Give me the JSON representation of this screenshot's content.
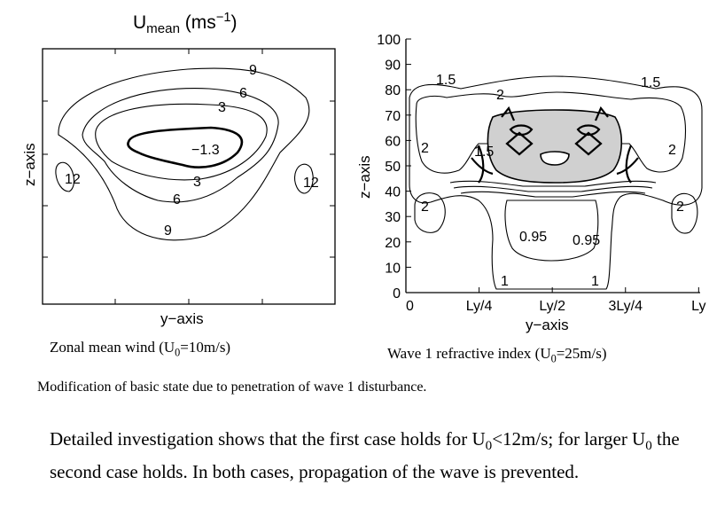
{
  "chart_data": [
    {
      "type": "contour",
      "panel": "left",
      "title_main": "U",
      "title_sub": "mean",
      "title_units_pre": " (ms",
      "title_units_sup": "−1",
      "title_units_post": ")",
      "xlabel": "y−axis",
      "ylabel": "z−axis",
      "grid": false,
      "contour_labels": [
        "9",
        "6",
        "3",
        "−1.3",
        "3",
        "6",
        "9",
        "12",
        "12"
      ],
      "caption_main": "Zonal mean wind (U",
      "caption_sub": "0",
      "caption_post": "=10m/s)"
    },
    {
      "type": "contour",
      "panel": "right",
      "xlabel": "y−axis",
      "ylabel": "z−axis",
      "grid": false,
      "ylim": [
        0,
        100
      ],
      "yticks": [
        "0",
        "10",
        "20",
        "30",
        "40",
        "50",
        "60",
        "70",
        "80",
        "90",
        "100"
      ],
      "xticks": [
        "0",
        "Ly/4",
        "Ly/2",
        "3Ly/4",
        "Ly"
      ],
      "contour_labels": [
        "1.5",
        "1.5",
        "2",
        "2",
        "2",
        "1.5",
        "2",
        "2",
        "0.95",
        "0.95",
        "1",
        "1"
      ],
      "caption_pre": "Wave 1 refractive index (U",
      "caption_sub": "0",
      "caption_post": "=25m/s)"
    }
  ],
  "figure_caption": "Modification of basic state due to penetration of wave 1 disturbance.",
  "body": {
    "p1": "Detailed investigation shows that the first case holds for ",
    "u": "U",
    "sub": "0",
    "p2": "<12m/s; for larger U",
    "p3": " the second case holds.  In both cases, propagation of the wave is prevented."
  }
}
